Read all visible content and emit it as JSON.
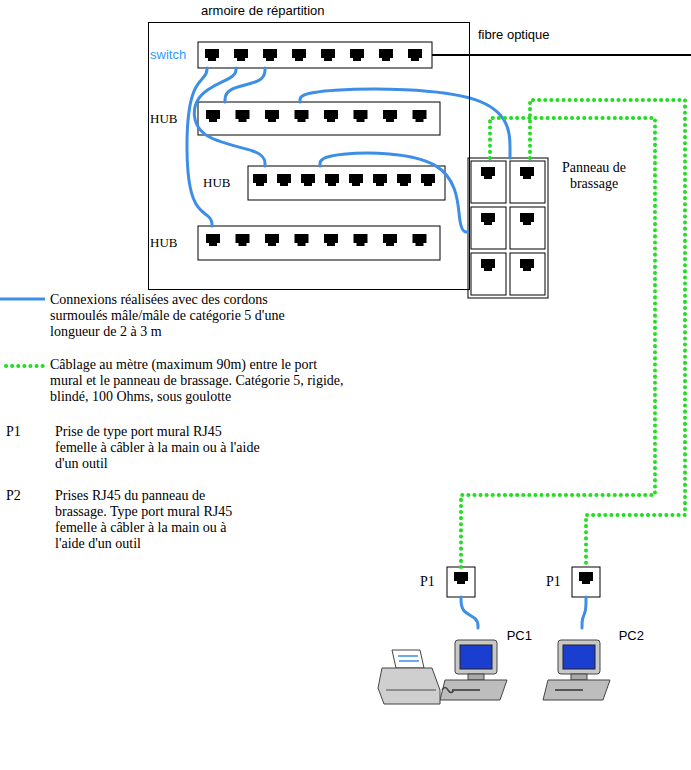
{
  "diagram": {
    "nodes": [
      {
        "text": [
          "armoire de répartition"
        ]
      },
      {
        "text": [
          "switch"
        ],
        "in": 0
      },
      {
        "text": [
          "HUB"
        ],
        "in": 0
      },
      {
        "text": [
          "HUB"
        ],
        "in": 0
      },
      {
        "text": [
          "HUB"
        ],
        "in": 0
      },
      {
        "text": [
          "Panneau de brassage"
        ]
      },
      {
        "text": [
          "P1"
        ]
      },
      {
        "text": [
          "P1"
        ]
      },
      {
        "text": [
          "PC1"
        ]
      },
      {
        "text": [
          "PC2"
        ]
      }
    ],
    "edges": [
      {
        "from": 1,
        "to": 2,
        "arrow": "none"
      },
      {
        "from": 1,
        "to": 3,
        "arrow": "none"
      },
      {
        "from": 1,
        "to": 4,
        "arrow": "none"
      },
      {
        "from": 2,
        "to": 5,
        "arrow": "none"
      },
      {
        "from": 3,
        "to": 5,
        "arrow": "none"
      },
      {
        "from": 5,
        "to": 6,
        "arrow": "none"
      },
      {
        "from": 5,
        "to": 7,
        "arrow": "none"
      },
      {
        "from": 6,
        "to": 8,
        "arrow": "none"
      },
      {
        "from": 7,
        "to": 9,
        "arrow": "none"
      }
    ],
    "labels": [
      "fibre optique",
      "P1",
      "Prise de type port mural RJ45 femelle à câbler à la main ou à l'aide d'un outil",
      "P2",
      "Prises RJ45 du panneau de brassage. Type port mural RJ45 femelle à câbler à la main ou à l'aide d'un outil"
    ],
    "legend": [
      {
        "text": "Connexions réalisées avec des cordons surmoulés mâle/mâle de catégorie 5 d'une longueur de 2 à 3 m"
      },
      {
        "text": "Câblage au mètre (maximum 90m) entre le port mural et le panneau de brassage. Catégorie 5, rigide, blindé, 100 Ohms, sous goulotte"
      }
    ]
  }
}
